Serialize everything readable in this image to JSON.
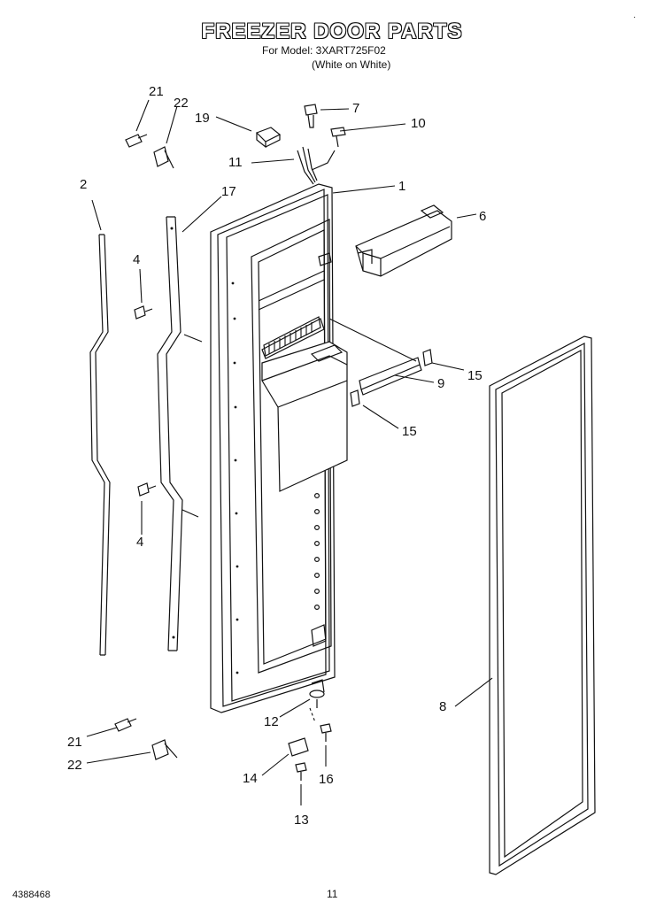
{
  "header": {
    "title": "FREEZER DOOR PARTS",
    "model_line": "For Model: 3XART725F02",
    "color_line": "(White on White)",
    "corner_mark": "·"
  },
  "footer": {
    "doc_number": "4388468",
    "page_number": "11"
  },
  "callouts": {
    "c21_top": "21",
    "c22_top": "22",
    "c19": "19",
    "c7": "7",
    "c10": "10",
    "c11": "11",
    "c1": "1",
    "c2": "2",
    "c17": "17",
    "c6": "6",
    "c4_top": "4",
    "c15_top": "15",
    "c9": "9",
    "c15_bottom": "15",
    "c4_bottom": "4",
    "c8": "8",
    "c12": "12",
    "c21_bottom": "21",
    "c22_bottom": "22",
    "c14": "14",
    "c16": "16",
    "c13": "13"
  }
}
